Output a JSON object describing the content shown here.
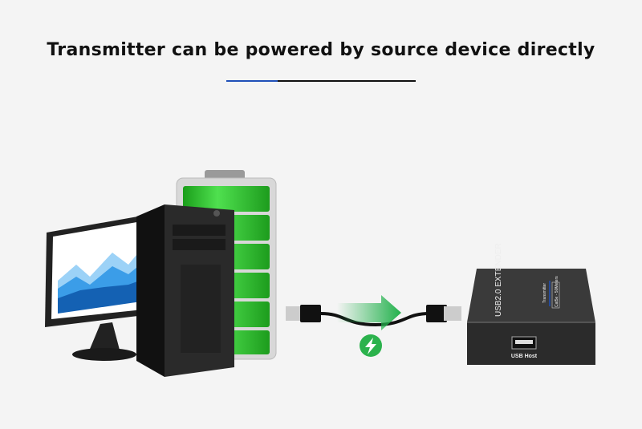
{
  "header": {
    "title": "Transmitter can be powered by source device directly"
  },
  "device": {
    "name": "USB2.0 EXTENDER",
    "role": "Transmitter",
    "spec": "Cat5e - 50Meters",
    "port_label": "USB Host"
  },
  "icons": {
    "power": "lightning-bolt-icon",
    "arrow": "arrow-right-icon"
  },
  "colors": {
    "accent": "#1f4fb8",
    "battery_green": "#2fc12f",
    "arrow_green": "#22b14c"
  }
}
